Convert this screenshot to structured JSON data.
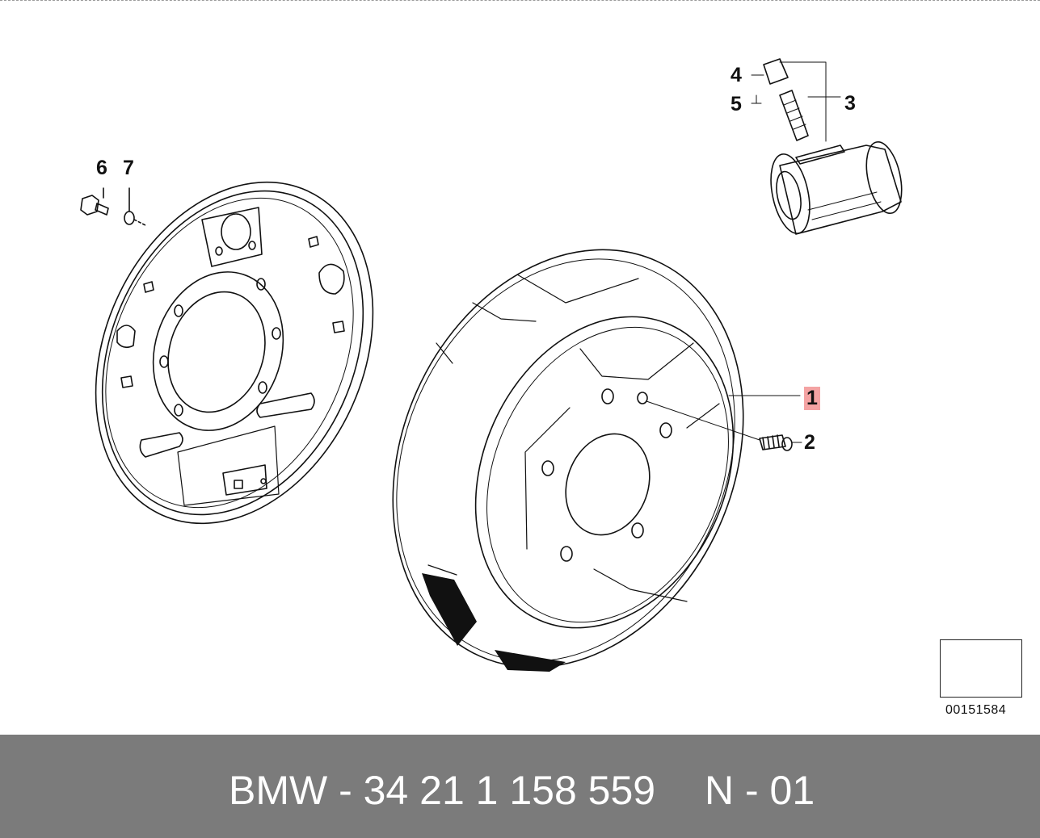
{
  "diagram": {
    "callouts": {
      "c1": "1",
      "c2": "2",
      "c3": "3",
      "c4": "4",
      "c5": "5",
      "c6": "6",
      "c7": "7"
    },
    "highlighted_callout": "1",
    "reference_code": "00151584"
  },
  "footer": {
    "part_number": "BMW - 34 21 1 158 559",
    "position": "N - 01"
  },
  "colors": {
    "footer_bg": "#7b7b7b",
    "highlight": "#f4a3a3",
    "line": "#111111"
  },
  "icons": {
    "navigation": "arrow-back-icon"
  }
}
